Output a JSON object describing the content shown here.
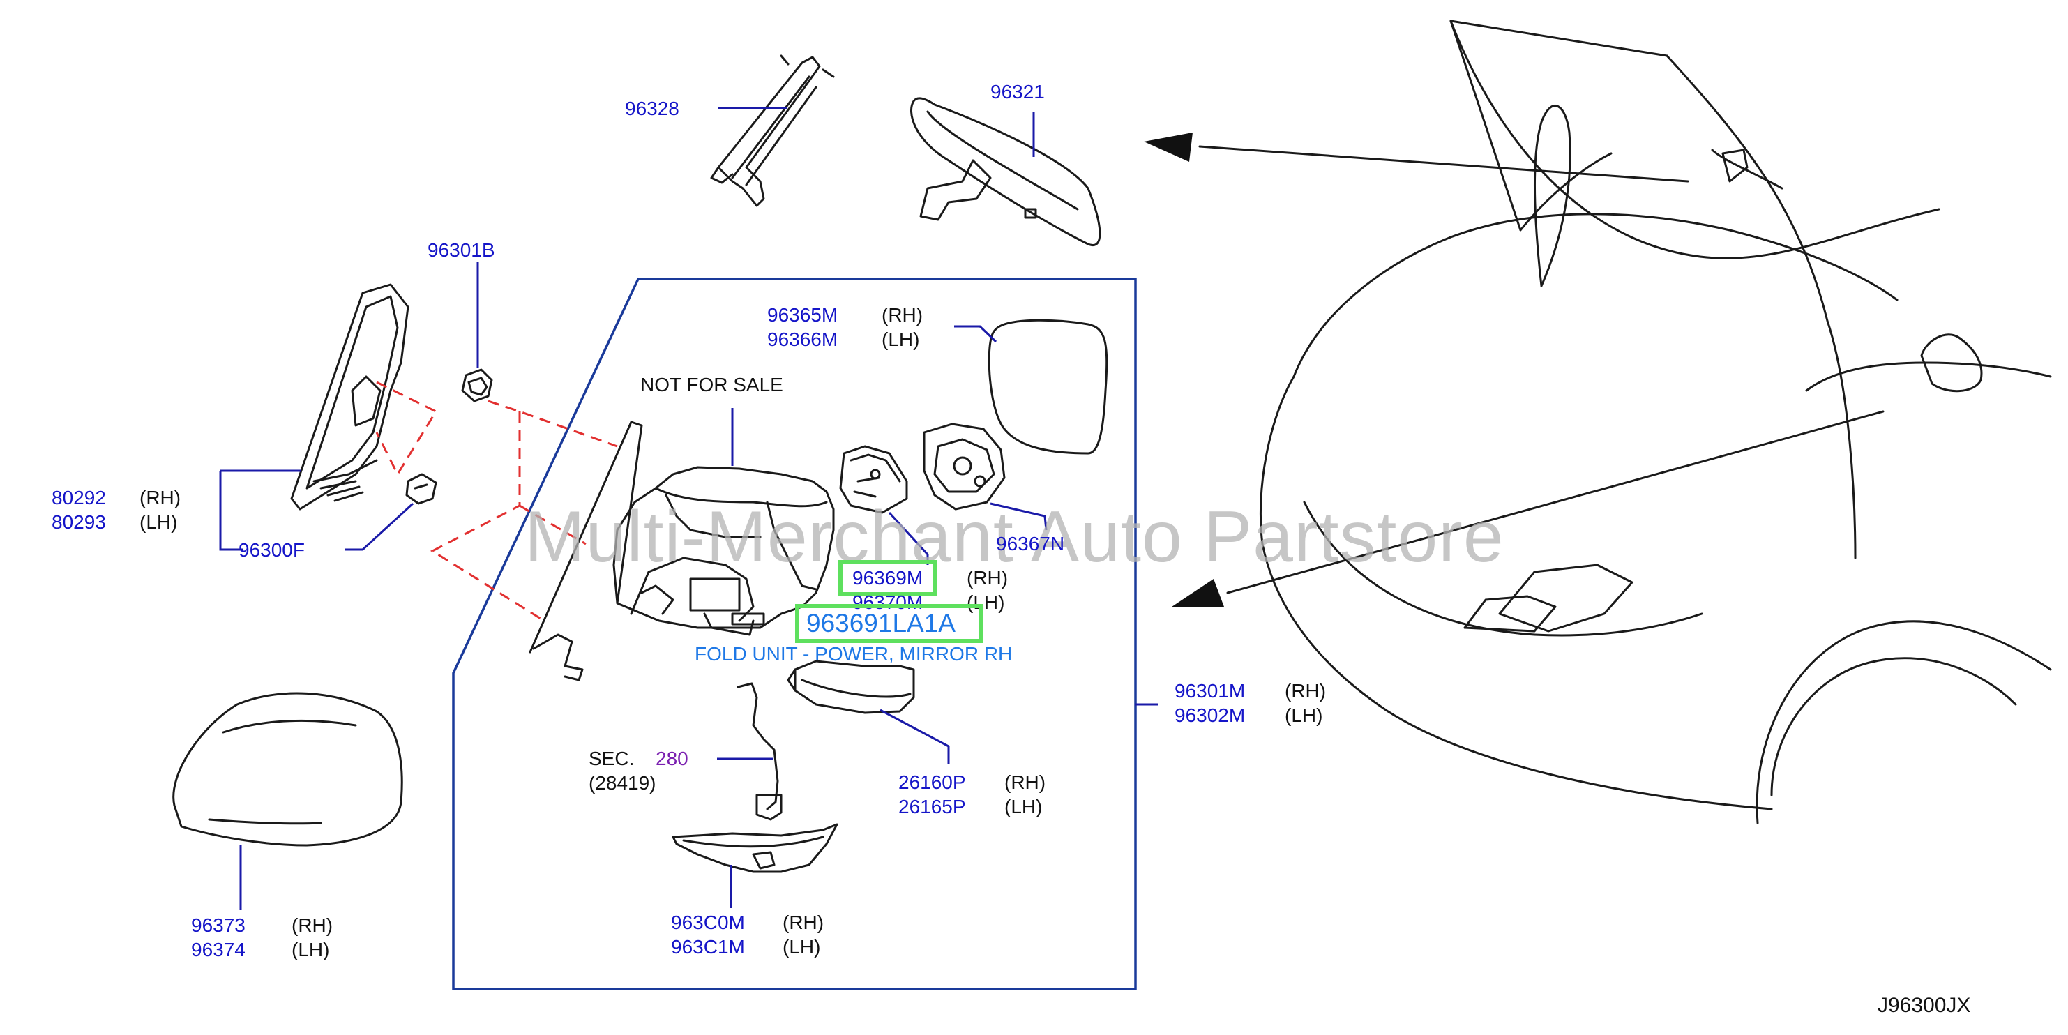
{
  "diagram": {
    "code": "J96300JX",
    "watermark": "Multi-Merchant Auto Partstore",
    "not_for_sale": "NOT   FOR   SALE",
    "highlight_part": "963691LA1A",
    "highlight_desc": "FOLD UNIT - POWER, MIRROR RH",
    "section": {
      "prefix": "SEC.",
      "number": "280",
      "sub": "(28419)"
    },
    "parts": [
      {
        "no": "96328"
      },
      {
        "no": "96321"
      },
      {
        "no": "96301B"
      },
      {
        "no": "96365M",
        "side": "(RH)"
      },
      {
        "no": "96366M",
        "side": "(LH)"
      },
      {
        "no": "80292",
        "side": "(RH)"
      },
      {
        "no": "80293",
        "side": "(LH)"
      },
      {
        "no": "96300F"
      },
      {
        "no": "96367N"
      },
      {
        "no": "96369M",
        "side": "(RH)"
      },
      {
        "no": "96370M",
        "side": "(LH)"
      },
      {
        "no": "96301M",
        "side": "(RH)"
      },
      {
        "no": "96302M",
        "side": "(LH)"
      },
      {
        "no": "26160P",
        "side": "(RH)"
      },
      {
        "no": "26165P",
        "side": "(LH)"
      },
      {
        "no": "96373",
        "side": "(RH)"
      },
      {
        "no": "96374",
        "side": "(LH)"
      },
      {
        "no": "963C0M",
        "side": "(RH)"
      },
      {
        "no": "963C1M",
        "side": "(LH)"
      }
    ]
  }
}
